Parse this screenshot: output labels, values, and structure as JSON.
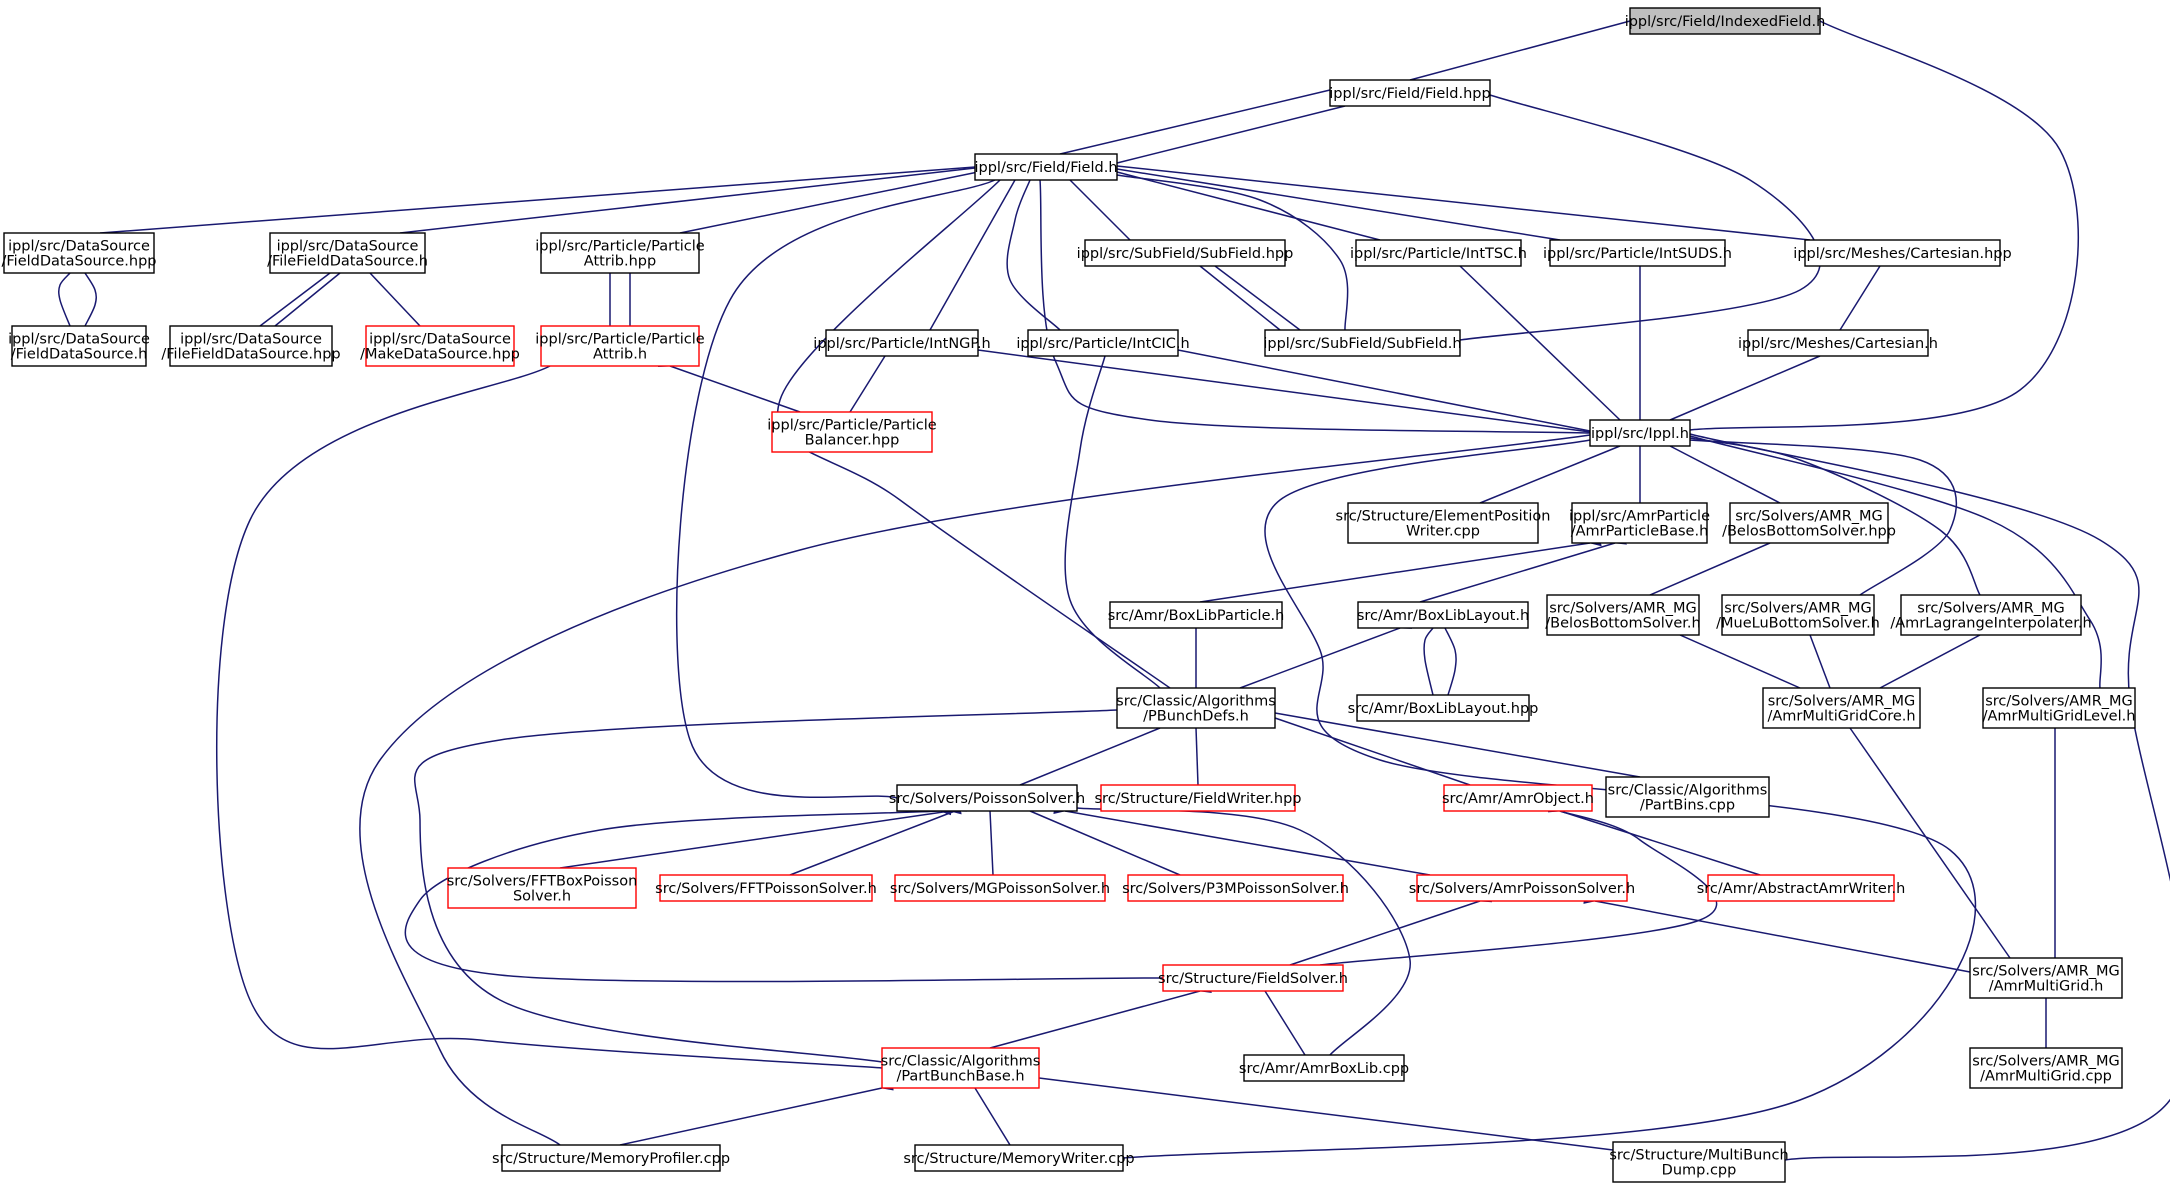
{
  "colors": {
    "edge": "#191970",
    "border_normal": "#000000",
    "border_truncated": "#ff0000",
    "root_fill": "#bfbfbf",
    "node_fill": "#ffffff"
  },
  "nodes": [
    {
      "id": "root",
      "lines": [
        "ippl/src/Field/IndexedField.h"
      ],
      "style": "root"
    },
    {
      "id": "fieldhpp",
      "lines": [
        "ippl/src/Field/Field.hpp"
      ],
      "style": "normal"
    },
    {
      "id": "fieldh",
      "lines": [
        "ippl/src/Field/Field.h"
      ],
      "style": "normal"
    },
    {
      "id": "fdshpp",
      "lines": [
        "ippl/src/DataSource",
        "/FieldDataSource.hpp"
      ],
      "style": "normal"
    },
    {
      "id": "fdsh",
      "lines": [
        "ippl/src/DataSource",
        "/FieldDataSource.h"
      ],
      "style": "normal"
    },
    {
      "id": "ffdsh",
      "lines": [
        "ippl/src/DataSource",
        "/FileFieldDataSource.h"
      ],
      "style": "normal"
    },
    {
      "id": "ffdshpp",
      "lines": [
        "ippl/src/DataSource",
        "/FileFieldDataSource.hpp"
      ],
      "style": "normal"
    },
    {
      "id": "mdshpp",
      "lines": [
        "ippl/src/DataSource",
        "/MakeDataSource.hpp"
      ],
      "style": "truncated"
    },
    {
      "id": "pahpp",
      "lines": [
        "ippl/src/Particle/Particle",
        "Attrib.hpp"
      ],
      "style": "normal"
    },
    {
      "id": "pah",
      "lines": [
        "ippl/src/Particle/Particle",
        "Attrib.h"
      ],
      "style": "truncated"
    },
    {
      "id": "pbhpp",
      "lines": [
        "ippl/src/Particle/Particle",
        "Balancer.hpp"
      ],
      "style": "truncated"
    },
    {
      "id": "subfieldhpp",
      "lines": [
        "ippl/src/SubField/SubField.hpp"
      ],
      "style": "normal"
    },
    {
      "id": "subfieldh",
      "lines": [
        "ippl/src/SubField/SubField.h"
      ],
      "style": "normal"
    },
    {
      "id": "inttsc",
      "lines": [
        "ippl/src/Particle/IntTSC.h"
      ],
      "style": "normal"
    },
    {
      "id": "intsuds",
      "lines": [
        "ippl/src/Particle/IntSUDS.h"
      ],
      "style": "normal"
    },
    {
      "id": "carthpp",
      "lines": [
        "ippl/src/Meshes/Cartesian.hpp"
      ],
      "style": "normal"
    },
    {
      "id": "carth",
      "lines": [
        "ippl/src/Meshes/Cartesian.h"
      ],
      "style": "normal"
    },
    {
      "id": "intngp",
      "lines": [
        "ippl/src/Particle/IntNGP.h"
      ],
      "style": "normal"
    },
    {
      "id": "intcic",
      "lines": [
        "ippl/src/Particle/IntCIC.h"
      ],
      "style": "normal"
    },
    {
      "id": "ippl",
      "lines": [
        "ippl/src/Ippl.h"
      ],
      "style": "normal"
    },
    {
      "id": "elemposw",
      "lines": [
        "src/Structure/ElementPosition",
        "Writer.cpp"
      ],
      "style": "normal"
    },
    {
      "id": "amrpb",
      "lines": [
        "ippl/src/AmrParticle",
        "/AmrParticleBase.h"
      ],
      "style": "normal"
    },
    {
      "id": "belosbhpp",
      "lines": [
        "src/Solvers/AMR_MG",
        "/BelosBottomSolver.hpp"
      ],
      "style": "normal"
    },
    {
      "id": "boxlibparticle",
      "lines": [
        "src/Amr/BoxLibParticle.h"
      ],
      "style": "normal"
    },
    {
      "id": "boxliblayouth",
      "lines": [
        "src/Amr/BoxLibLayout.h"
      ],
      "style": "normal"
    },
    {
      "id": "boxliblayouthpp",
      "lines": [
        "src/Amr/BoxLibLayout.hpp"
      ],
      "style": "normal"
    },
    {
      "id": "belosbh",
      "lines": [
        "src/Solvers/AMR_MG",
        "/BelosBottomSolver.h"
      ],
      "style": "normal"
    },
    {
      "id": "muelu",
      "lines": [
        "src/Solvers/AMR_MG",
        "/MueLuBottomSolver.h"
      ],
      "style": "normal"
    },
    {
      "id": "lagrange",
      "lines": [
        "src/Solvers/AMR_MG",
        "/AmrLagrangeInterpolater.h"
      ],
      "style": "normal"
    },
    {
      "id": "mgcore",
      "lines": [
        "src/Solvers/AMR_MG",
        "/AmrMultiGridCore.h"
      ],
      "style": "normal"
    },
    {
      "id": "mglevel",
      "lines": [
        "src/Solvers/AMR_MG",
        "/AmrMultiGridLevel.h"
      ],
      "style": "normal"
    },
    {
      "id": "pbunchdefs",
      "lines": [
        "src/Classic/Algorithms",
        "/PBunchDefs.h"
      ],
      "style": "normal"
    },
    {
      "id": "poisson",
      "lines": [
        "src/Solvers/PoissonSolver.h"
      ],
      "style": "normal"
    },
    {
      "id": "fieldwriter",
      "lines": [
        "src/Structure/FieldWriter.hpp"
      ],
      "style": "truncated"
    },
    {
      "id": "amrobject",
      "lines": [
        "src/Amr/AmrObject.h"
      ],
      "style": "truncated"
    },
    {
      "id": "partbins",
      "lines": [
        "src/Classic/Algorithms",
        "/PartBins.cpp"
      ],
      "style": "normal"
    },
    {
      "id": "fftbox",
      "lines": [
        "src/Solvers/FFTBoxPoisson",
        "Solver.h"
      ],
      "style": "truncated"
    },
    {
      "id": "fftpoisson",
      "lines": [
        "src/Solvers/FFTPoissonSolver.h"
      ],
      "style": "truncated"
    },
    {
      "id": "mgpoisson",
      "lines": [
        "src/Solvers/MGPoissonSolver.h"
      ],
      "style": "truncated"
    },
    {
      "id": "p3m",
      "lines": [
        "src/Solvers/P3MPoissonSolver.h"
      ],
      "style": "truncated"
    },
    {
      "id": "amrpoisson",
      "lines": [
        "src/Solvers/AmrPoissonSolver.h"
      ],
      "style": "truncated"
    },
    {
      "id": "absamrwriter",
      "lines": [
        "src/Amr/AbstractAmrWriter.h"
      ],
      "style": "truncated"
    },
    {
      "id": "fieldsolver",
      "lines": [
        "src/Structure/FieldSolver.h"
      ],
      "style": "truncated"
    },
    {
      "id": "amrmg",
      "lines": [
        "src/Solvers/AMR_MG",
        "/AmrMultiGrid.h"
      ],
      "style": "normal"
    },
    {
      "id": "partbunchbase",
      "lines": [
        "src/Classic/Algorithms",
        "/PartBunchBase.h"
      ],
      "style": "truncated"
    },
    {
      "id": "amrboxlib",
      "lines": [
        "src/Amr/AmrBoxLib.cpp"
      ],
      "style": "normal"
    },
    {
      "id": "amrmgcpp",
      "lines": [
        "src/Solvers/AMR_MG",
        "/AmrMultiGrid.cpp"
      ],
      "style": "normal"
    },
    {
      "id": "memprof",
      "lines": [
        "src/Structure/MemoryProfiler.cpp"
      ],
      "style": "normal"
    },
    {
      "id": "memwriter",
      "lines": [
        "src/Structure/MemoryWriter.cpp"
      ],
      "style": "normal"
    },
    {
      "id": "multibunch",
      "lines": [
        "src/Structure/MultiBunch",
        "Dump.cpp"
      ],
      "style": "normal"
    }
  ]
}
